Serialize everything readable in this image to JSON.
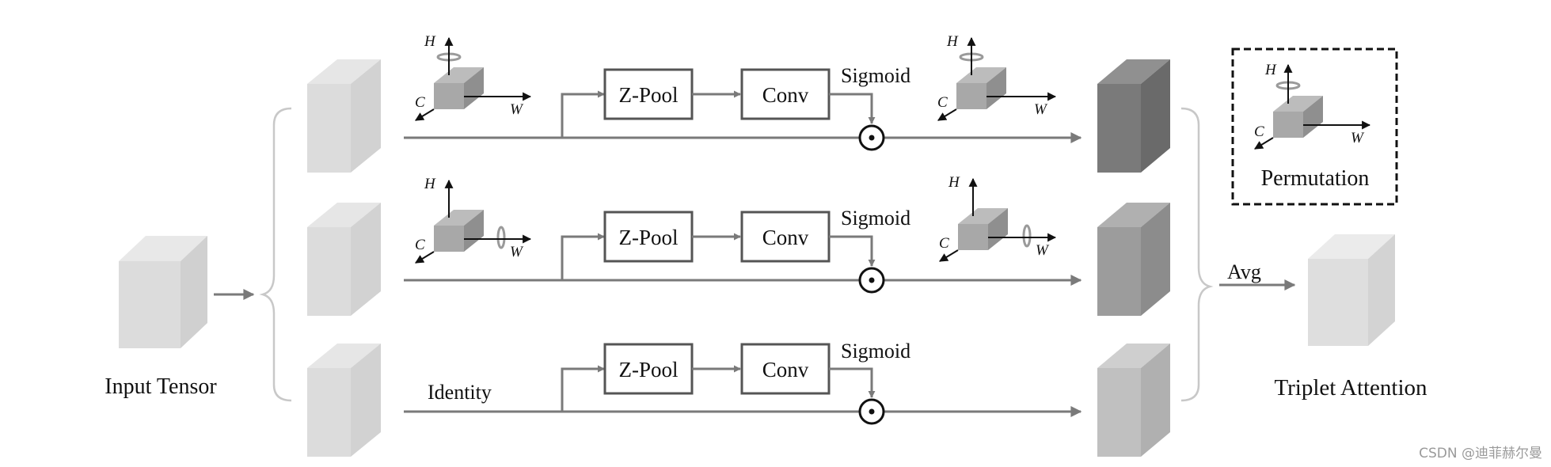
{
  "labels": {
    "input": "Input Tensor",
    "output": "Triplet Attention",
    "avg": "Avg",
    "identity": "Identity",
    "permutation": "Permutation"
  },
  "branches": [
    {
      "zpool": "Z-Pool",
      "conv": "Conv",
      "sigmoid": "Sigmoid"
    },
    {
      "zpool": "Z-Pool",
      "conv": "Conv",
      "sigmoid": "Sigmoid"
    },
    {
      "zpool": "Z-Pool",
      "conv": "Conv",
      "sigmoid": "Sigmoid"
    }
  ],
  "axes": {
    "h": "H",
    "c": "C",
    "w": "W"
  },
  "watermark": "CSDN @迪菲赫尔曼"
}
